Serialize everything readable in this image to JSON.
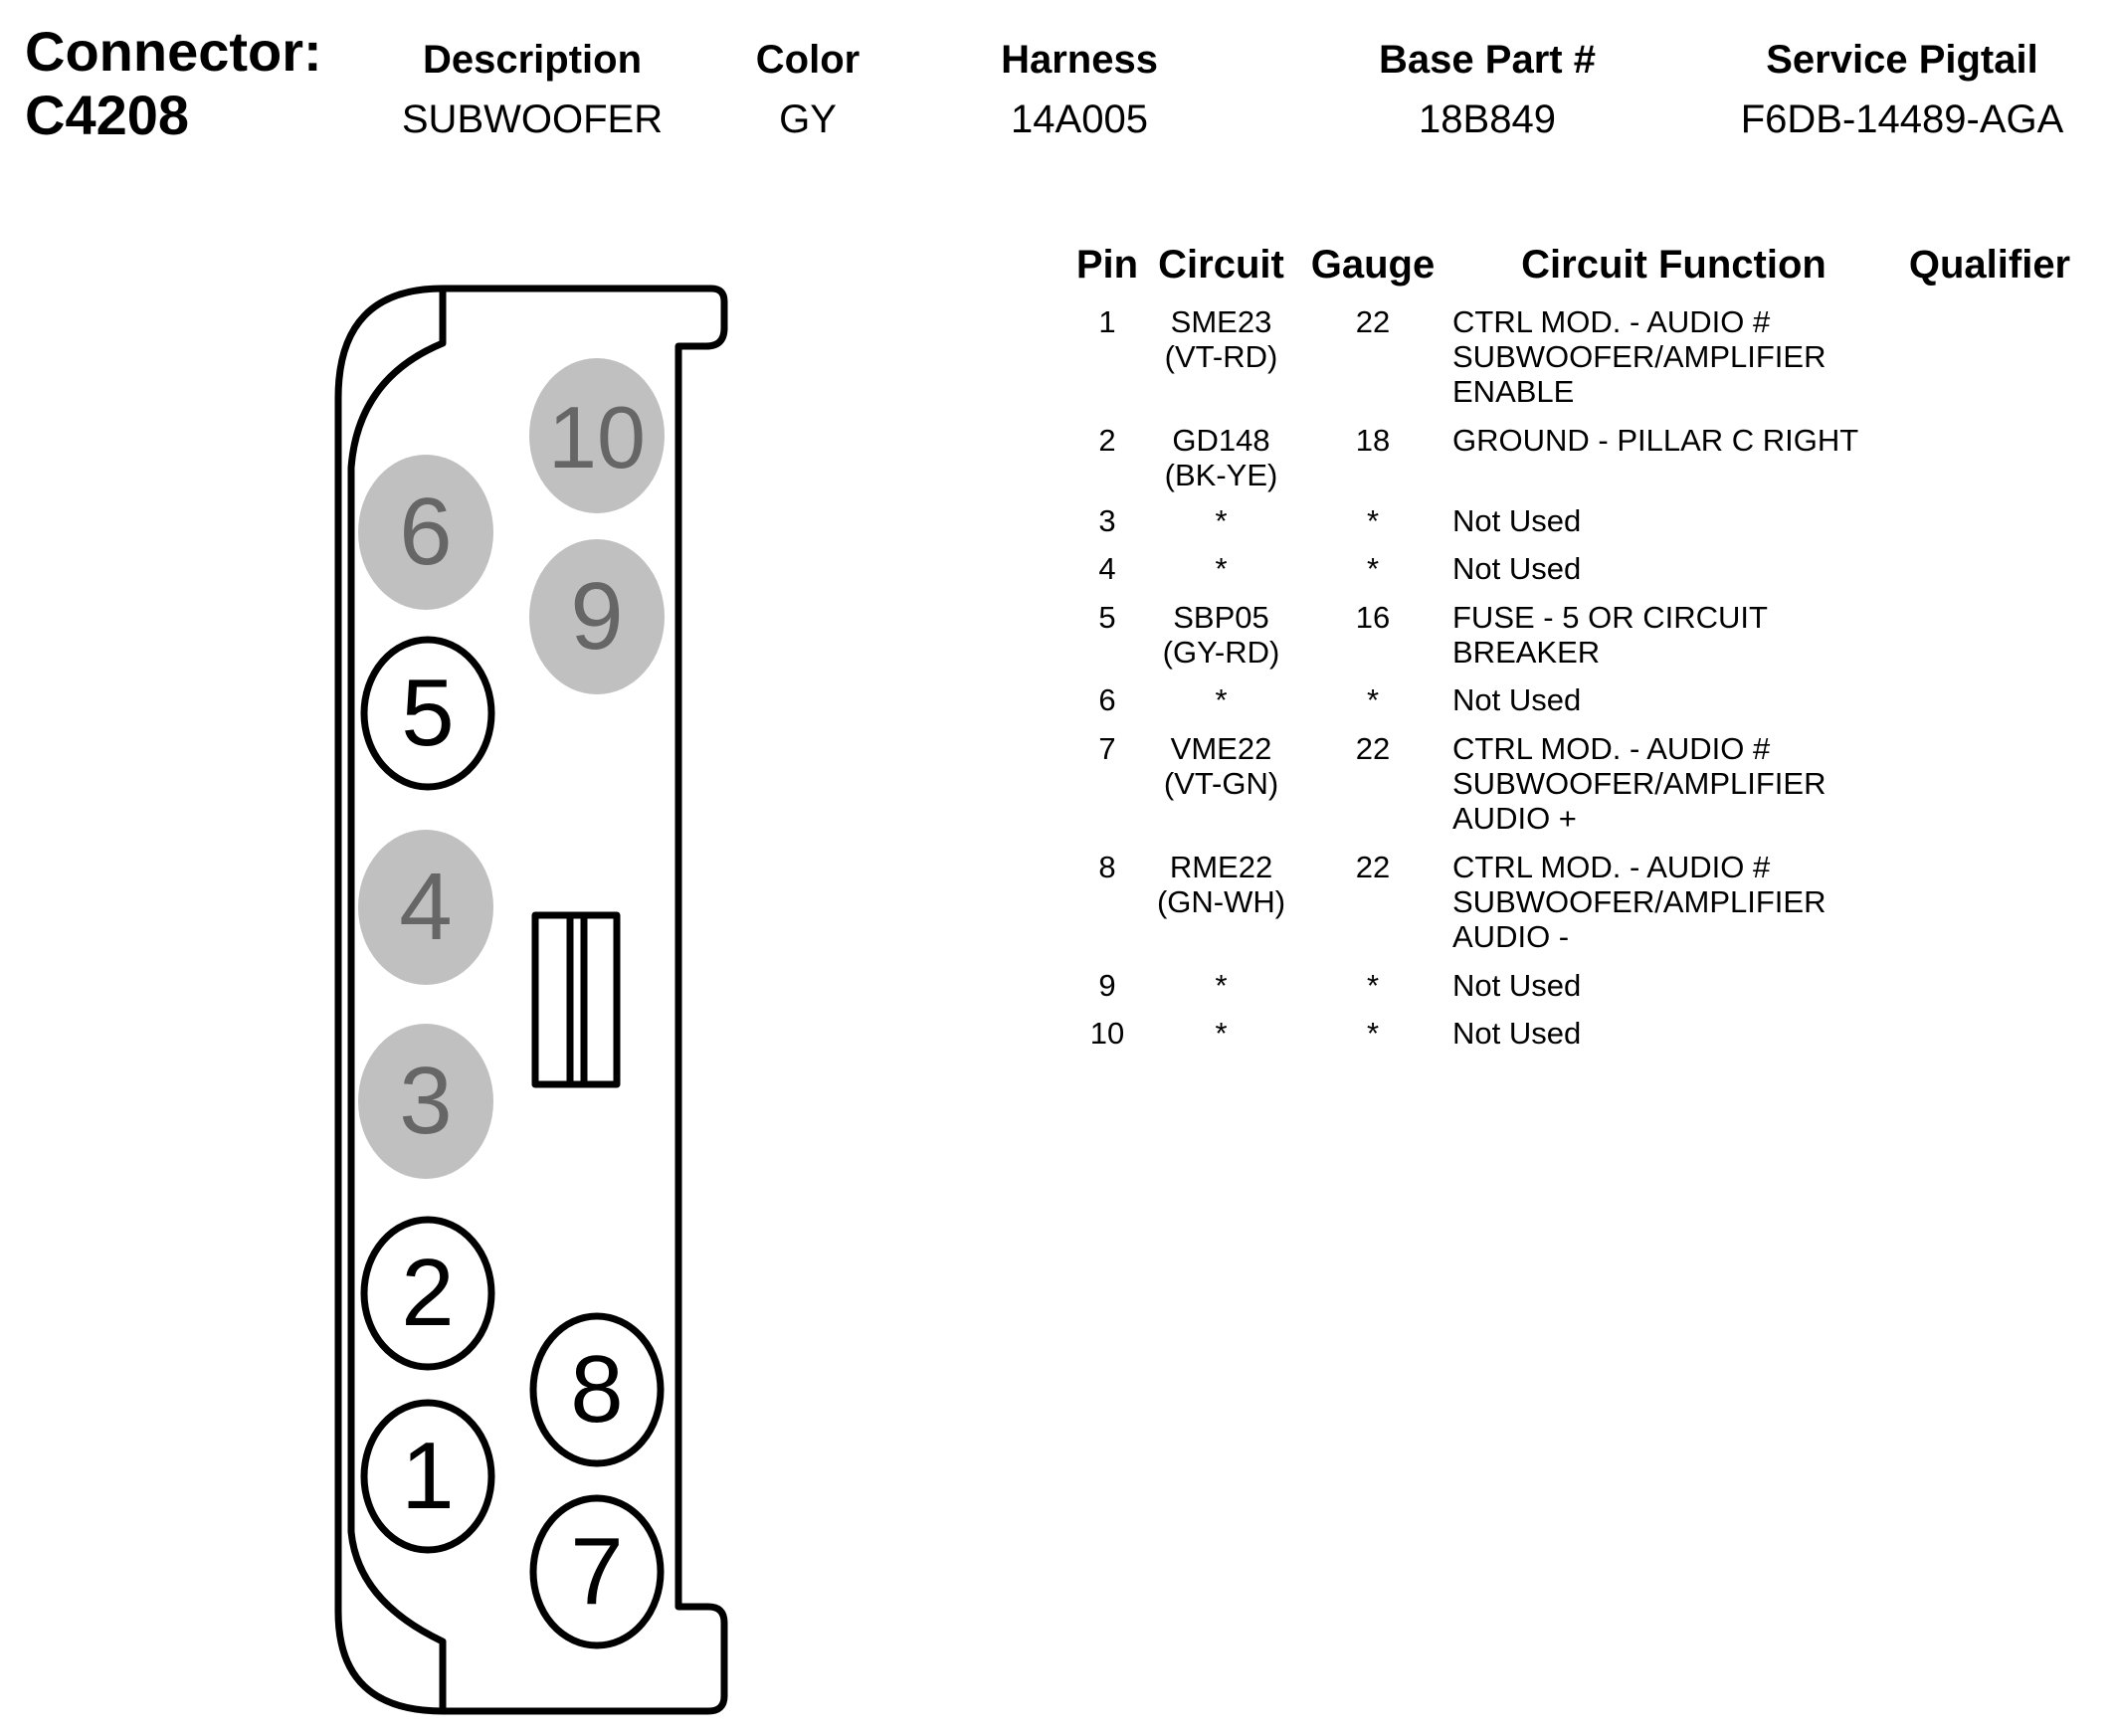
{
  "connector": {
    "label": "Connector:",
    "id": "C4208",
    "fields": [
      {
        "key": "desc",
        "label": "Description",
        "value": "SUBWOOFER"
      },
      {
        "key": "color",
        "label": "Color",
        "value": "GY"
      },
      {
        "key": "harn",
        "label": "Harness",
        "value": "14A005"
      },
      {
        "key": "base",
        "label": "Base Part #",
        "value": "18B849"
      },
      {
        "key": "pig",
        "label": "Service Pigtail",
        "value": "F6DB-14489-AGA"
      }
    ]
  },
  "table": {
    "headers": {
      "pin": "Pin",
      "circuit": "Circuit",
      "gauge": "Gauge",
      "function": "Circuit Function",
      "qualifier": "Qualifier"
    },
    "rows": [
      {
        "pin": "1",
        "circuit": "SME23",
        "color": "(VT-RD)",
        "gauge": "22",
        "function": [
          "CTRL MOD. - AUDIO #",
          "SUBWOOFER/AMPLIFIER",
          "ENABLE"
        ],
        "qualifier": ""
      },
      {
        "pin": "2",
        "circuit": "GD148",
        "color": "(BK-YE)",
        "gauge": "18",
        "function": [
          "GROUND - PILLAR C RIGHT"
        ],
        "qualifier": ""
      },
      {
        "pin": "3",
        "circuit": "*",
        "color": "",
        "gauge": "*",
        "function": [
          "Not Used"
        ],
        "qualifier": ""
      },
      {
        "pin": "4",
        "circuit": "*",
        "color": "",
        "gauge": "*",
        "function": [
          "Not Used"
        ],
        "qualifier": ""
      },
      {
        "pin": "5",
        "circuit": "SBP05",
        "color": "(GY-RD)",
        "gauge": "16",
        "function": [
          "FUSE - 5 OR CIRCUIT",
          "BREAKER"
        ],
        "qualifier": ""
      },
      {
        "pin": "6",
        "circuit": "*",
        "color": "",
        "gauge": "*",
        "function": [
          "Not Used"
        ],
        "qualifier": ""
      },
      {
        "pin": "7",
        "circuit": "VME22",
        "color": "(VT-GN)",
        "gauge": "22",
        "function": [
          "CTRL MOD. - AUDIO #",
          "SUBWOOFER/AMPLIFIER",
          "AUDIO +"
        ],
        "qualifier": ""
      },
      {
        "pin": "8",
        "circuit": "RME22",
        "color": "(GN-WH)",
        "gauge": "22",
        "function": [
          "CTRL MOD. - AUDIO #",
          "SUBWOOFER/AMPLIFIER",
          "AUDIO -"
        ],
        "qualifier": ""
      },
      {
        "pin": "9",
        "circuit": "*",
        "color": "",
        "gauge": "*",
        "function": [
          "Not Used"
        ],
        "qualifier": ""
      },
      {
        "pin": "10",
        "circuit": "*",
        "color": "",
        "gauge": "*",
        "function": [
          "Not Used"
        ],
        "qualifier": ""
      }
    ]
  },
  "diagram": {
    "used_pin_fill": "#ffffff",
    "unused_pin_fill": "#c0c0c0",
    "unused_pin_text": "#666666",
    "pins": [
      {
        "label": "10",
        "used": false
      },
      {
        "label": "6",
        "used": false
      },
      {
        "label": "9",
        "used": false
      },
      {
        "label": "5",
        "used": true
      },
      {
        "label": "4",
        "used": false
      },
      {
        "label": "3",
        "used": false
      },
      {
        "label": "2",
        "used": true
      },
      {
        "label": "8",
        "used": true
      },
      {
        "label": "1",
        "used": true
      },
      {
        "label": "7",
        "used": true
      }
    ]
  }
}
